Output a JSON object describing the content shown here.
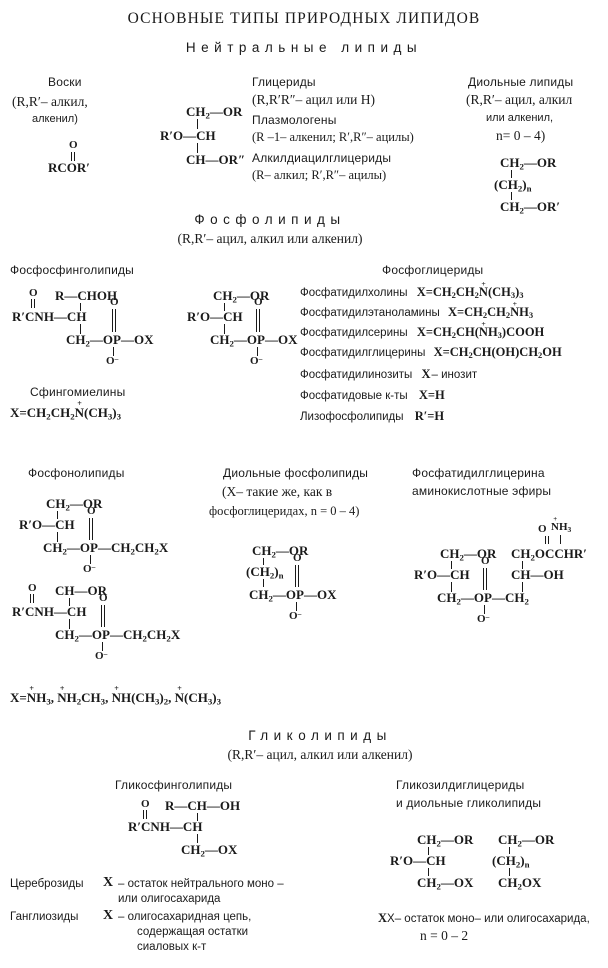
{
  "document": {
    "title": "ОСНОВНЫЕ ТИПЫ ПРИРОДНЫХ ЛИПИДОВ",
    "language": "ru",
    "ink_color": "#1a1a1a",
    "background_color": "#ffffff"
  },
  "sections": {
    "neutral": {
      "heading": "Нейтральные  липиды",
      "groups": {
        "waxes": {
          "title": "Воски",
          "definition": "(R,R′– алкил,",
          "definition2": "алкенил)",
          "structure": {
            "o": "O",
            "body": "RCOR′"
          }
        },
        "glycerides": {
          "title": "Глицериды",
          "definition": "(R,R′R″– ацил  или  H)",
          "plasmalogens_title": "Плазмологены",
          "plasmalogens_def": "(R –1– алкенил; R′,R″– ацилы)",
          "alkyldiacyl_title": "Алкилдиацилглицериды",
          "alkyldiacyl_def": "(R– алкил; R′,R″– ацилы)",
          "structure": {
            "l1": "CH",
            "l1sub": "2",
            "l1tail": "—OR",
            "l2pre": "R′O—",
            "l2": "CH",
            "l3": "CH—OR″"
          }
        },
        "diol": {
          "title": "Диольные липиды",
          "definition": "(R,R′– ацил, алкил",
          "definition2": "или алкенил,",
          "definition3": "n= 0 – 4)",
          "structure": {
            "l1": "CH₂—OR",
            "l2": "(CH₂)n",
            "l3": "CH₂—OR′"
          }
        }
      }
    },
    "phospholipids": {
      "heading": "Фосфолипиды",
      "definition": "(R,R′– ацил, алкил или алкенил)",
      "phosphosphingolipids": {
        "title": "Фосфосфинголипиды",
        "sphingomyelins_title": "Сфингомиелины",
        "sphingomyelins_def": "X=CH₂CH₂N(CH₃)₃"
      },
      "phosphoglycerides": {
        "title": "Фосфоглицериды",
        "items": [
          {
            "name": "Фосфатидилхолины",
            "formula": "X=CH₂CH₂N(CH₃)₃"
          },
          {
            "name": "Фосфатидилэтаноламины",
            "formula": "X=CH₂CH₂NH₃"
          },
          {
            "name": "Фосфатидилсерины",
            "formula": "X=CH₂CH(NH₃)COOH"
          },
          {
            "name": "Фосфатидилглицерины",
            "formula": "X=CH₂CH(OH)CH₂OH"
          },
          {
            "name": "Фосфатидилинозиты",
            "formula": "X– инозит"
          },
          {
            "name": "Фосфатидовые к-ты",
            "formula": "X=H"
          },
          {
            "name": "Лизофосфолипиды",
            "formula": "R′=H"
          }
        ]
      },
      "phosphonolipids": {
        "title": "Фосфонолипиды"
      },
      "diol_phospholipids": {
        "title": "Диольные фосфолипиды",
        "definition": "(X– такие же,  как в",
        "definition2": "фосфоглицеридах,  n = 0 – 4)"
      },
      "pg_amino_esters": {
        "title": "Фосфатидилглицерина",
        "title2": "аминокислотные эфиры"
      },
      "x_definition": "X=NH₃, NH₂CH₃, NH(CH₃)₂, N(CH₃)₃"
    },
    "glycolipids": {
      "heading": "Гликолипиды",
      "definition": "(R,R′– ацил, алкил или алкенил)",
      "glycosphingolipids": {
        "title": "Гликосфинголипиды"
      },
      "glycosyldiglycerides": {
        "title": "Гликозилдиглицериды",
        "title2": "и диольные  гликолипиды",
        "x_definition": "X– остаток моно– или олигосахарида,",
        "n_definition": "n = 0 – 2"
      },
      "cerebrosides": {
        "name": "Цереброзиды",
        "x": "X",
        "def_line1": "– остаток нейтрального моно –",
        "def_line2": "или олигосахарида"
      },
      "gangliosides": {
        "name": "Ганглиозиды",
        "x": "X",
        "def_line1": "– олигосахаридная цепь,",
        "def_line2": "содержащая остатки",
        "def_line3": "сиаловых к-т"
      }
    }
  },
  "structures": {
    "phosphoglyceride": {
      "l1": "CH₂—OR",
      "l2pre": "R′O—",
      "l2": "CH",
      "l3": "CH₂—OP—OX",
      "o_top": "O",
      "o_bot": "O⁻"
    },
    "phosphosphingolipid": {
      "o": "O",
      "l1": "R—CHOH",
      "l2pre": "R′CNH—",
      "l2": "CH",
      "l3": "CH₂—OP—OX",
      "o_top": "O",
      "o_bot": "O⁻"
    },
    "phosphonolipid_a": {
      "l1": "CH₂—OR",
      "l2pre": "R′O—",
      "l2": "CH",
      "l3": "CH₂—OP—CH₂CH₂X",
      "o_top": "O",
      "o_bot": "O⁻"
    },
    "phosphonolipid_b": {
      "o": "O",
      "l1": "CH—OR",
      "l2pre": "R′CNH—",
      "l2": "CH",
      "l3": "CH₂—OP—CH₂CH₂X",
      "o_top": "O",
      "o_bot": "O⁻"
    },
    "diol_phospholipid": {
      "l1": "CH₂—OR",
      "l2": "(CH₂)n",
      "l3": "CH₂—OP—OX",
      "o_top": "O",
      "o_bot": "O⁻"
    },
    "pg_amino_ester": {
      "left_l1": "CH₂—OR",
      "left_l2pre": "R′O—",
      "left_l2": "CH",
      "left_l3": "CH₂—OP—",
      "right_l1": "CH₂OCCHR′",
      "right_nh3": "NH₃",
      "right_o": "O",
      "right_l2": "CH—OH",
      "right_l3": "CH₂",
      "o_top": "O",
      "o_bot": "O⁻"
    },
    "glycosphingolipid": {
      "o": "O",
      "l1": "R—CH—OH",
      "l2pre": "R′CNH—",
      "l2": "CH",
      "l3": "CH₂—OX"
    },
    "glycosyldiglyceride": {
      "l1": "CH₂—OR",
      "l2pre": "R′O—",
      "l2": "CH",
      "l3": "CH₂—OX"
    },
    "diol_glycolipid": {
      "l1": "CH₂—OR",
      "l2": "(CH₂)n",
      "l3": "CH₂OX"
    }
  }
}
